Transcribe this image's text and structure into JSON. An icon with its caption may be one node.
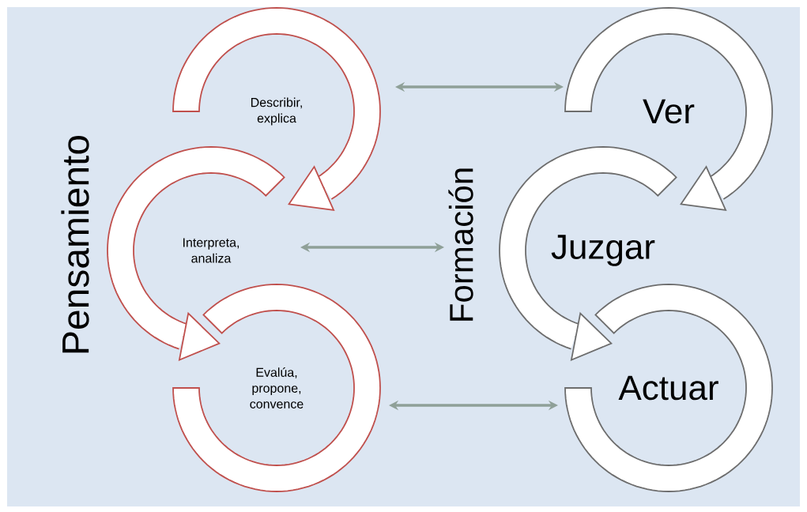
{
  "diagram": {
    "nodes": [
      {
        "text": [
          "Describir, explica"
        ]
      },
      {
        "text": [
          "Interpreta, analiza"
        ]
      },
      {
        "text": [
          "Evalúa, propone, convence"
        ]
      },
      {
        "text": [
          "Ver"
        ]
      },
      {
        "text": [
          "Juzgar"
        ]
      },
      {
        "text": [
          "Actuar"
        ]
      },
      {
        "text": [
          "Formación"
        ]
      }
    ],
    "edges": [
      {
        "from": 0,
        "to": 1,
        "arrow": "to",
        "color": "#c0504d"
      },
      {
        "from": 1,
        "to": 2,
        "arrow": "to",
        "color": "#c0504d"
      },
      {
        "from": 3,
        "to": 4,
        "arrow": "to",
        "color": "#6d6d6d"
      },
      {
        "from": 4,
        "to": 5,
        "arrow": "to",
        "color": "#6d6d6d"
      },
      {
        "from": 0,
        "to": 3,
        "arrow": "both",
        "style": "thick"
      },
      {
        "from": 1,
        "to": 6,
        "arrow": "both",
        "style": "thick"
      },
      {
        "from": 2,
        "to": 5,
        "arrow": "both",
        "style": "thick"
      }
    ],
    "labels": [
      "Pensamiento"
    ]
  }
}
